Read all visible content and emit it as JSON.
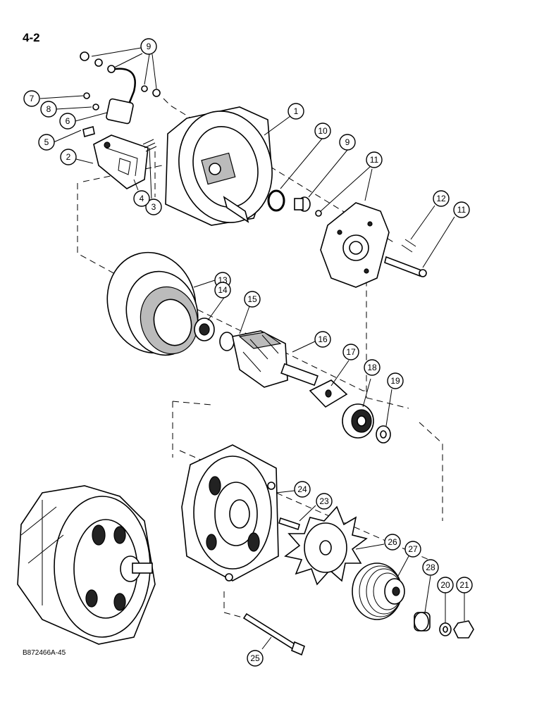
{
  "page_number": "4-2",
  "figure_code": "B872466A-45",
  "callouts": [
    "1",
    "2",
    "3",
    "4",
    "5",
    "6",
    "7",
    "8",
    "9",
    "9",
    "10",
    "11",
    "11",
    "12",
    "13",
    "14",
    "15",
    "16",
    "17",
    "18",
    "19",
    "20",
    "21",
    "23",
    "24",
    "25",
    "26",
    "27",
    "28"
  ],
  "parts": {
    "housing": "alternator-housing",
    "regulator": "voltage-regulator",
    "stator": "stator",
    "rotor": "rotor",
    "end_frame": "drive-end-frame",
    "fan": "fan",
    "pulley": "pulley",
    "assembled": "assembled-alternator"
  }
}
